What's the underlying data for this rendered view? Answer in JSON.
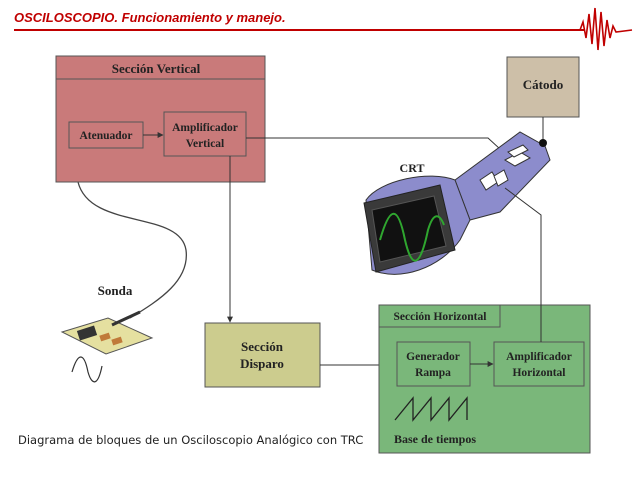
{
  "header": {
    "title": "OSCILOSCOPIO. Funcionamiento y manejo."
  },
  "colors": {
    "accent": "#c00000",
    "vertical_section": "#c97a7a",
    "horizontal_section": "#7ab77a",
    "trigger_box": "#cccc8e",
    "cathode_box": "#cdbfa8",
    "crt_body": "#8c8ccc",
    "screen_wave": "#2fa62f"
  },
  "vertical_section": {
    "title": "Sección Vertical",
    "attenuator": "Atenuador",
    "amplifier_line1": "Amplificador",
    "amplifier_line2": "Vertical"
  },
  "cathode": {
    "label": "Cátodo"
  },
  "crt": {
    "label": "CRT"
  },
  "probe": {
    "label": "Sonda"
  },
  "trigger": {
    "line1": "Sección",
    "line2": "Disparo"
  },
  "horizontal_section": {
    "title": "Sección Horizontal",
    "generator_line1": "Generador",
    "generator_line2": "Rampa",
    "amplifier_line1": "Amplificador",
    "amplifier_line2": "Horizontal",
    "timebase": "Base de tiempos"
  },
  "caption": "Diagrama de bloques de un Osciloscopio Analógico con TRC"
}
